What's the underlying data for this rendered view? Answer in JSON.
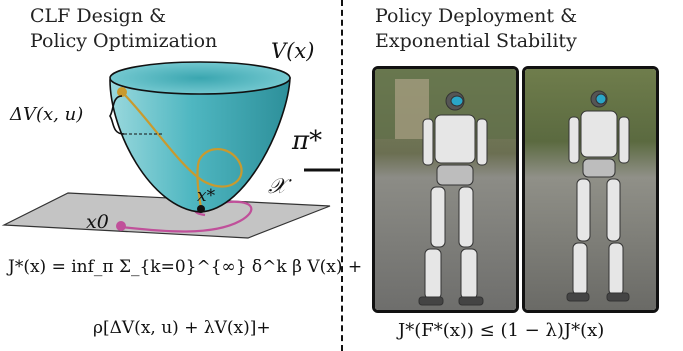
{
  "left_panel": {
    "title_line1": "CLF Design &",
    "title_line2": "Policy Optimization",
    "bowl_label": "V(x)",
    "delta_label": "ΔV(x, u)",
    "equilibrium_label": "x*",
    "state_space_label": "𝒳",
    "initial_state_label": "x0",
    "formula_line1": "J*(x) = inf_π Σ_{k=0}^{∞} δ^k β V(x) +",
    "formula_line2": "ρ[ΔV(x, u) + λV(x)]+"
  },
  "arrow": {
    "label": "π*"
  },
  "right_panel": {
    "title_line1": "Policy Deployment &",
    "title_line2": "Exponential Stability",
    "stability_formula": "J*(F*(x)) ≤ (1 − λ)J*(x)"
  },
  "colors": {
    "bowl_fill": "#5cbfc8",
    "trajectory": "#c99a2e",
    "plane_trajectory": "#c0509a",
    "plane": "#bdbdbd"
  }
}
